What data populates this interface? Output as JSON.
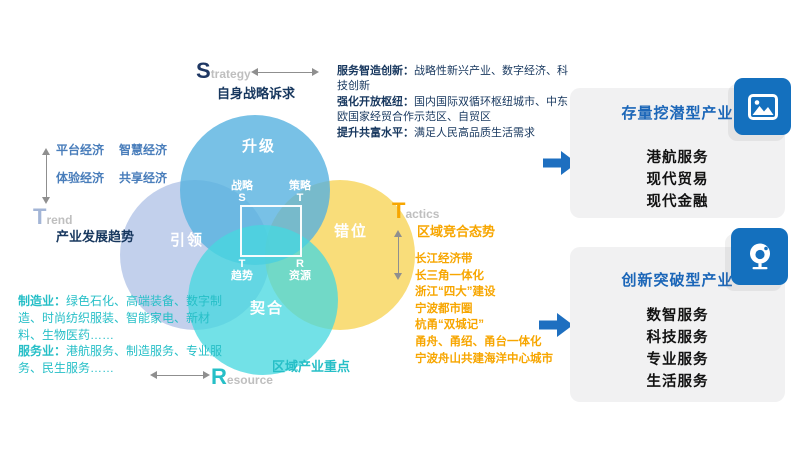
{
  "diagram": {
    "strategy": {
      "letter": "S",
      "rest": "trategy",
      "title": "自身战略诉求"
    },
    "trend": {
      "letter": "T",
      "rest": "rend",
      "title": "产业发展趋势"
    },
    "tactics": {
      "letter": "T",
      "rest": "actics",
      "title": "区域竞合态势"
    },
    "resource": {
      "letter": "R",
      "rest": "esource",
      "title": "区域产业重点"
    },
    "circles": {
      "top": "升级",
      "left": "引领",
      "right": "错位",
      "bottom": "契合"
    },
    "matrix": {
      "tl_word": "战略",
      "tl_letter": "S",
      "tr_word": "策略",
      "tr_letter": "T",
      "bl_letter": "T",
      "bl_word": "趋势",
      "br_letter": "R",
      "br_word": "资源"
    },
    "trend_items": [
      "平台经济",
      "智慧经济",
      "体验经济",
      "共享经济"
    ],
    "strategy_notes": [
      {
        "lead": "服务智造创新：",
        "text": "战略性新兴产业、数字经济、科技创新"
      },
      {
        "lead": "强化开放枢纽：",
        "text": "国内国际双循环枢纽城市、中东欧国家经贸合作示范区、自贸区"
      },
      {
        "lead": "提升共富水平：",
        "text": "满足人民高品质生活需求"
      }
    ],
    "resource_notes": [
      {
        "lead": "制造业：",
        "text": "绿色石化、高端装备、数字制造、时尚纺织服装、智能家电、新材料、生物医药……"
      },
      {
        "lead": "服务业：",
        "text": "港航服务、制造服务、专业服务、民生服务……"
      }
    ],
    "tactics_items": [
      "长江经济带",
      "长三角一体化",
      "浙江“四大”建设",
      "宁波都市圈",
      "杭甬“双城记”",
      "甬舟、甬绍、甬台一体化",
      "宁波舟山共建海洋中心城市"
    ]
  },
  "panels": [
    {
      "title": "存量挖潜型产业",
      "icon": "image-icon",
      "items": [
        "港航服务",
        "现代贸易",
        "现代金融"
      ]
    },
    {
      "title": "创新突破型产业",
      "icon": "webcam-icon",
      "items": [
        "数智服务",
        "科技服务",
        "专业服务",
        "生活服务"
      ]
    }
  ],
  "colors": {
    "circle_top": "#7EC6E7",
    "circle_left": "#C4D2EC",
    "circle_right": "#F9DD7B",
    "circle_bottom": "#7BE2E7",
    "navy": "#17375E",
    "teal": "#26BFC7",
    "orange": "#F7A600",
    "panel_title_blue": "#1B66B8",
    "icon_blue": "#1470BE",
    "arrow_blue": "#1E6FC0"
  }
}
